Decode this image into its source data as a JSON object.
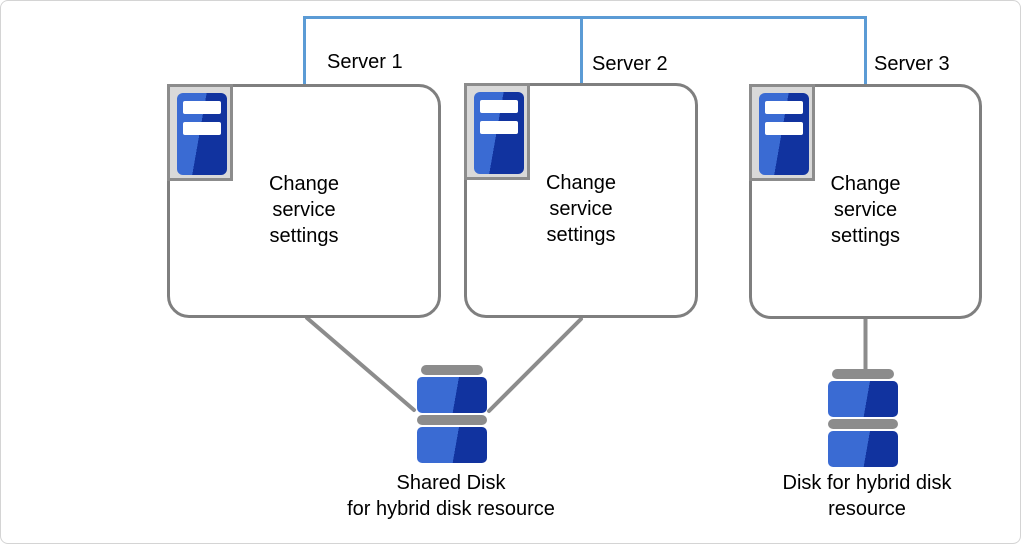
{
  "diagram": {
    "servers": [
      {
        "label": "Server 1",
        "action": "Change\nservice\nsettings"
      },
      {
        "label": "Server 2",
        "action": "Change\nservice\nsettings"
      },
      {
        "label": "Server 3",
        "action": "Change\nservice\nsettings"
      }
    ],
    "disks": [
      {
        "label": "Shared Disk\nfor hybrid disk resource",
        "connected_servers": [
          "Server 1",
          "Server 2"
        ]
      },
      {
        "label": "Disk for hybrid disk\nresource",
        "connected_servers": [
          "Server 3"
        ]
      }
    ],
    "colors": {
      "network_line": "#5B9BD5",
      "connector": "#8C8C8C",
      "box_border": "#7F7F7F",
      "icon_frame_fill": "#D9D9D9",
      "icon_frame_border": "#8C8C8C",
      "blue_light": "#3A6BD3",
      "blue_dark": "#11339F",
      "text": "#000000"
    }
  }
}
